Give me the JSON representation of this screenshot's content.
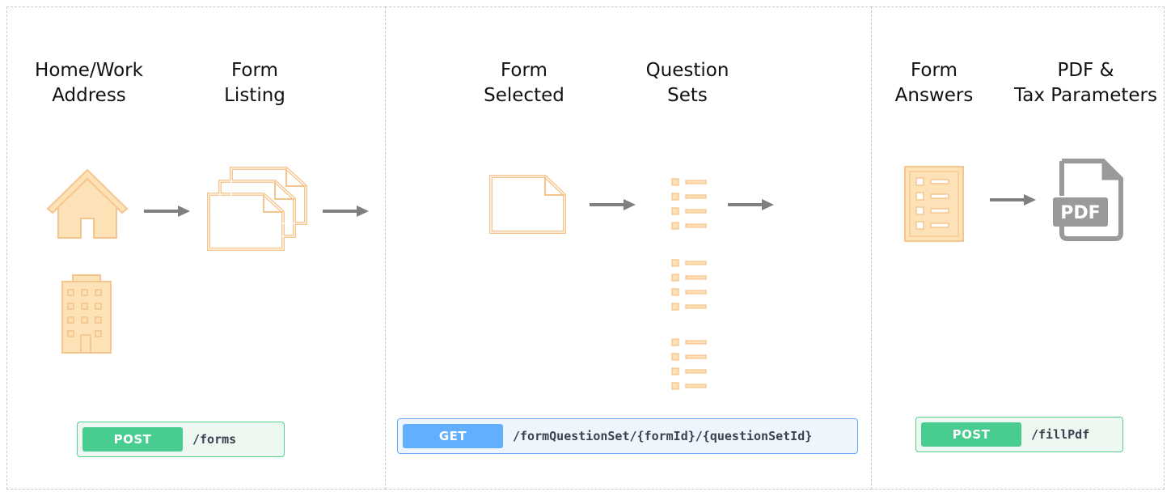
{
  "panels": [
    {
      "headings": [
        {
          "line1": "Home/Work",
          "line2": "Address"
        },
        {
          "line1": "Form",
          "line2": "Listing"
        }
      ],
      "icons": [
        "house-icon",
        "office-building-icon",
        "form-stack-icon"
      ],
      "endpoint": {
        "method": "POST",
        "path": "/forms"
      }
    },
    {
      "headings": [
        {
          "line1": "Form",
          "line2": "Selected"
        },
        {
          "line1": "Question",
          "line2": "Sets"
        }
      ],
      "icons": [
        "document-icon",
        "checklist-icon"
      ],
      "endpoint": {
        "method": "GET",
        "path": "/formQuestionSet/{formId}/{questionSetId}"
      }
    },
    {
      "headings": [
        {
          "line1": "Form",
          "line2": "Answers"
        },
        {
          "line1": "PDF &",
          "line2": "Tax Parameters"
        }
      ],
      "icons": [
        "form-answers-icon",
        "pdf-file-icon"
      ],
      "endpoint": {
        "method": "POST",
        "path": "/fillPdf"
      }
    }
  ],
  "pdf_icon_label": "PDF",
  "colors": {
    "icon_stroke": "#f6c58e",
    "icon_fill": "#fde2b8",
    "arrow": "#7f7f7f",
    "post": "#49cc90",
    "get": "#61affe"
  }
}
